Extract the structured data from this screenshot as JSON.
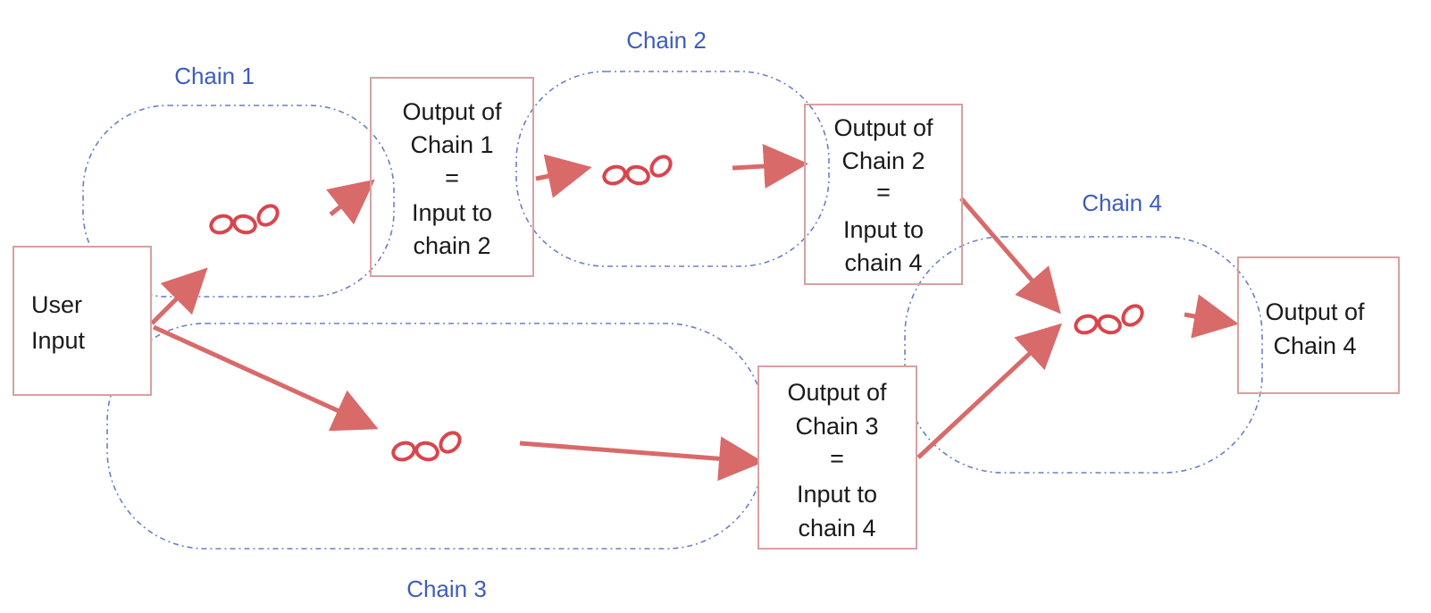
{
  "colors": {
    "arrow": "#d96a6a",
    "box_border": "#d9a0a0",
    "group_outline": "#6a7fc4",
    "chain_label": "#3d5dbb",
    "text": "#1a1a1a"
  },
  "chain_groups": [
    {
      "label": "Chain 1"
    },
    {
      "label": "Chain 2"
    },
    {
      "label": "Chain 3"
    },
    {
      "label": "Chain 4"
    }
  ],
  "boxes": {
    "user_input": {
      "lines": [
        "User",
        "Input"
      ]
    },
    "output_chain1": {
      "lines": [
        "Output of",
        "Chain 1",
        "=",
        "Input to",
        "chain 2"
      ]
    },
    "output_chain2": {
      "lines": [
        "Output of",
        "Chain 2",
        "=",
        "Input to",
        "chain 4"
      ]
    },
    "output_chain3": {
      "lines": [
        "Output of",
        "Chain 3",
        "=",
        "Input to",
        "chain 4"
      ]
    },
    "output_chain4": {
      "lines": [
        "Output of",
        "Chain 4"
      ]
    }
  },
  "icons": {
    "chain_link": "chain-link-icon",
    "arrow": "arrow-icon"
  }
}
